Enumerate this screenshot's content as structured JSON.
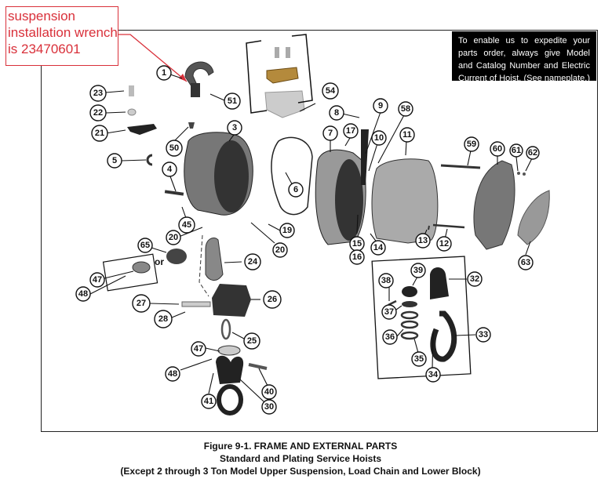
{
  "annotation": {
    "lines": [
      "suspension",
      "installation wrench",
      "is 23470601"
    ],
    "color": "#d9303a"
  },
  "notice": {
    "lines": [
      "To enable us to expedite your",
      "parts order, always give Model",
      "and Catalog Number and Electric",
      "Current of Hoist. (See nameplate.)"
    ]
  },
  "caption": {
    "title": "Figure 9-1. FRAME AND EXTERNAL PARTS",
    "subtitle": "Standard and Plating Service Hoists",
    "note": "(Except 2 through 3 Ton Model Upper Suspension, Load Chain and Lower Block)"
  },
  "inline_labels": {
    "or": "or"
  },
  "callouts": [
    {
      "num": "1",
      "part": "hook"
    },
    {
      "num": "51",
      "part": "upper-suspension"
    },
    {
      "num": "54",
      "part": "suspension-kit"
    },
    {
      "num": "23",
      "part": "pin"
    },
    {
      "num": "22",
      "part": "washer"
    },
    {
      "num": "21",
      "part": "plate"
    },
    {
      "num": "50",
      "part": "plug"
    },
    {
      "num": "5",
      "part": "retaining-ring"
    },
    {
      "num": "3",
      "part": "frame"
    },
    {
      "num": "4",
      "part": "pin"
    },
    {
      "num": "45",
      "part": "screw"
    },
    {
      "num": "6",
      "part": "gasket"
    },
    {
      "num": "7",
      "part": "motor-housing"
    },
    {
      "num": "17",
      "part": "screw"
    },
    {
      "num": "8",
      "part": "cable"
    },
    {
      "num": "9",
      "part": "wire"
    },
    {
      "num": "10",
      "part": "terminal"
    },
    {
      "num": "58",
      "part": "screw"
    },
    {
      "num": "11",
      "part": "cover"
    },
    {
      "num": "59",
      "part": "rod"
    },
    {
      "num": "60",
      "part": "end-cover"
    },
    {
      "num": "61",
      "part": "screw"
    },
    {
      "num": "62",
      "part": "washer"
    },
    {
      "num": "63",
      "part": "nameplate"
    },
    {
      "num": "19",
      "part": "pin"
    },
    {
      "num": "20",
      "part": "ball"
    },
    {
      "num": "15",
      "part": "screw"
    },
    {
      "num": "16",
      "part": "washer"
    },
    {
      "num": "14",
      "part": "gasket"
    },
    {
      "num": "13",
      "part": "washer"
    },
    {
      "num": "12",
      "part": "bolt"
    },
    {
      "num": "20",
      "part": "ball"
    },
    {
      "num": "65",
      "part": "collar"
    },
    {
      "num": "47",
      "part": "collar"
    },
    {
      "num": "48",
      "part": "pin"
    },
    {
      "num": "24",
      "part": "chain-guide"
    },
    {
      "num": "26",
      "part": "chain-container"
    },
    {
      "num": "27",
      "part": "pin"
    },
    {
      "num": "28",
      "part": "cotter"
    },
    {
      "num": "25",
      "part": "load-chain"
    },
    {
      "num": "47",
      "part": "collar"
    },
    {
      "num": "48",
      "part": "pin"
    },
    {
      "num": "41",
      "part": "cotter"
    },
    {
      "num": "30",
      "part": "lower-block"
    },
    {
      "num": "40",
      "part": "pin"
    },
    {
      "num": "38",
      "part": "pin"
    },
    {
      "num": "39",
      "part": "nut"
    },
    {
      "num": "32",
      "part": "block-frame"
    },
    {
      "num": "37",
      "part": "washer"
    },
    {
      "num": "36",
      "part": "bearing"
    },
    {
      "num": "35",
      "part": "washers"
    },
    {
      "num": "33",
      "part": "lower-hook"
    },
    {
      "num": "34",
      "part": "latch"
    }
  ]
}
